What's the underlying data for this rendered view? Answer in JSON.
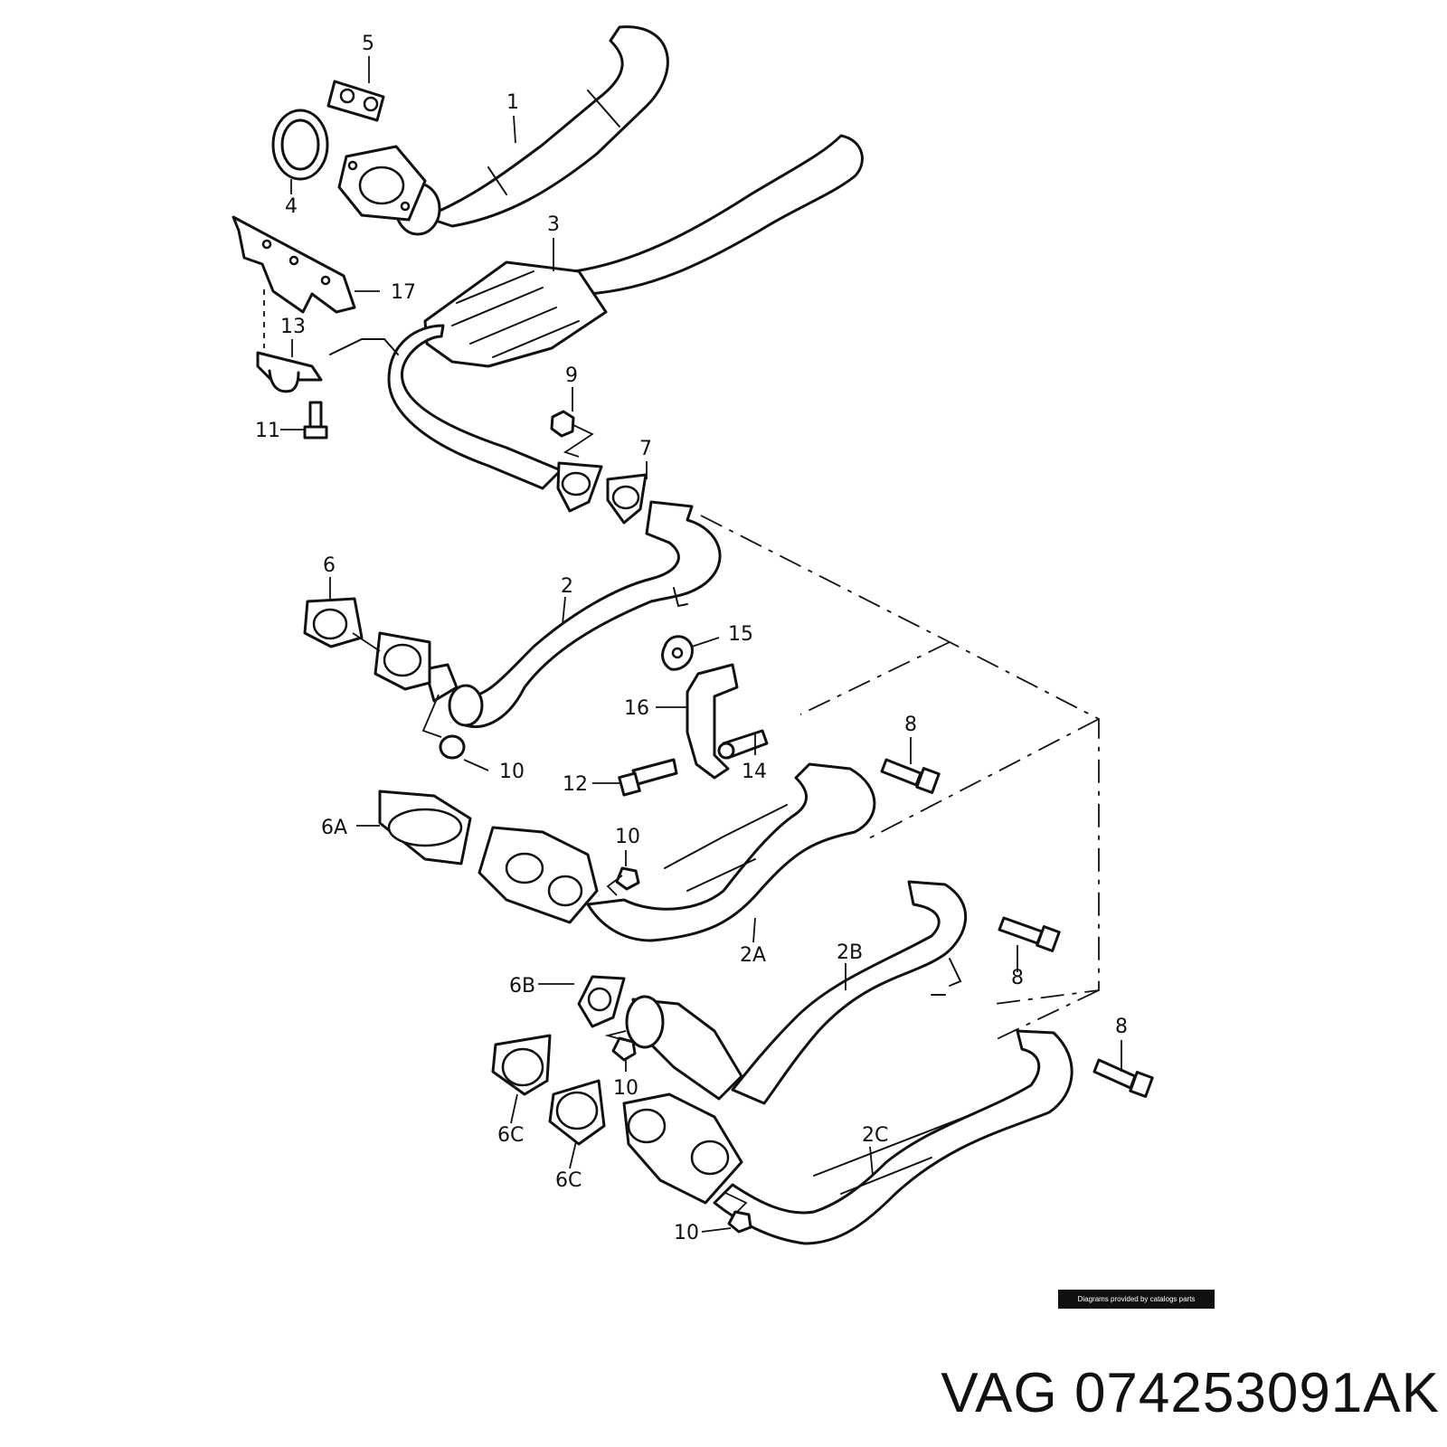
{
  "callouts": {
    "c1": "1",
    "c2": "2",
    "c2A": "2A",
    "c2B": "2B",
    "c2C": "2C",
    "c3": "3",
    "c4": "4",
    "c5": "5",
    "c6": "6",
    "c6A": "6A",
    "c6B": "6B",
    "c6C_a": "6C",
    "c6C_b": "6C",
    "c7": "7",
    "c8_a": "8",
    "c8_b": "8",
    "c8_c": "8",
    "c9": "9",
    "c10_a": "10",
    "c10_b": "10",
    "c10_c": "10",
    "c10_d": "10",
    "c11": "11",
    "c12": "12",
    "c13": "13",
    "c14": "14",
    "c15": "15",
    "c16": "16",
    "c17": "17"
  },
  "credit": "Diagrams provided by catalogs parts",
  "caption": "VAG 074253091AK",
  "colors": {
    "line": "#111111",
    "background": "#ffffff",
    "credit_bg": "#111111"
  }
}
